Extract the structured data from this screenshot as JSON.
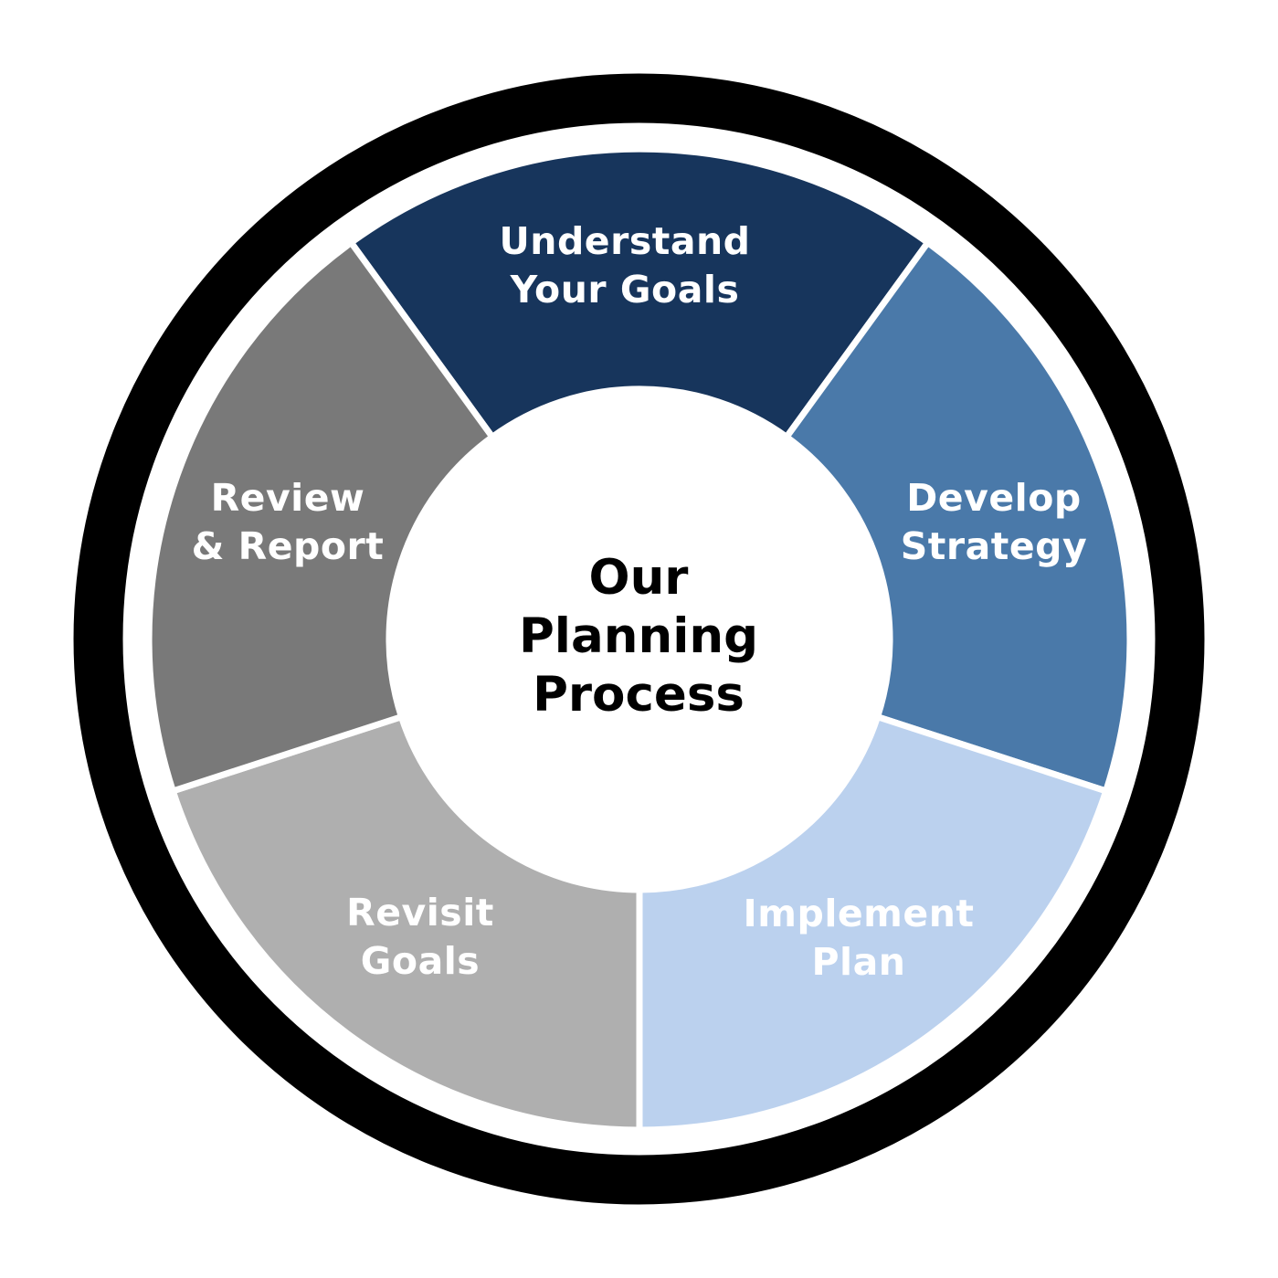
{
  "diagram": {
    "center_title": "Our\nPlanning\nProcess",
    "segments": [
      {
        "label": "Understand\nYour Goals",
        "color": "#17355C"
      },
      {
        "label": "Develop\nStrategy",
        "color": "#4A79A9"
      },
      {
        "label": "Implement\nPlan",
        "color": "#BBD1EE"
      },
      {
        "label": "Revisit\nGoals",
        "color": "#AFAFAF"
      },
      {
        "label": "Review\n& Report",
        "color": "#797979"
      }
    ],
    "colors": {
      "outer_ring": "#000000",
      "divider": "#FFFFFF",
      "segment_label_text": "#FFFFFF",
      "center_text": "#000000",
      "background": "#FFFFFF"
    }
  }
}
